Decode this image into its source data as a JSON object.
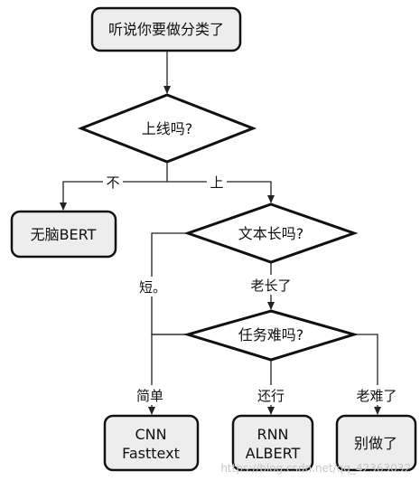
{
  "diagram": {
    "start": "听说你要做分类了",
    "q_online": "上线吗?",
    "no_label": "不",
    "yes_label": "上",
    "bert": "无脑BERT",
    "q_long_text": "文本长吗?",
    "short_label": "短。",
    "long_label": "老长了",
    "q_hard": "任务难吗?",
    "simple_label": "简单",
    "ok_label": "还行",
    "very_hard_label": "老难了",
    "cnn_line1": "CNN",
    "cnn_line2": "Fasttext",
    "rnn_line1": "RNN",
    "rnn_line2": "ALBERT",
    "dont_do": "别做了"
  },
  "watermark": "https://blog.csdn.net/qq_42363032"
}
